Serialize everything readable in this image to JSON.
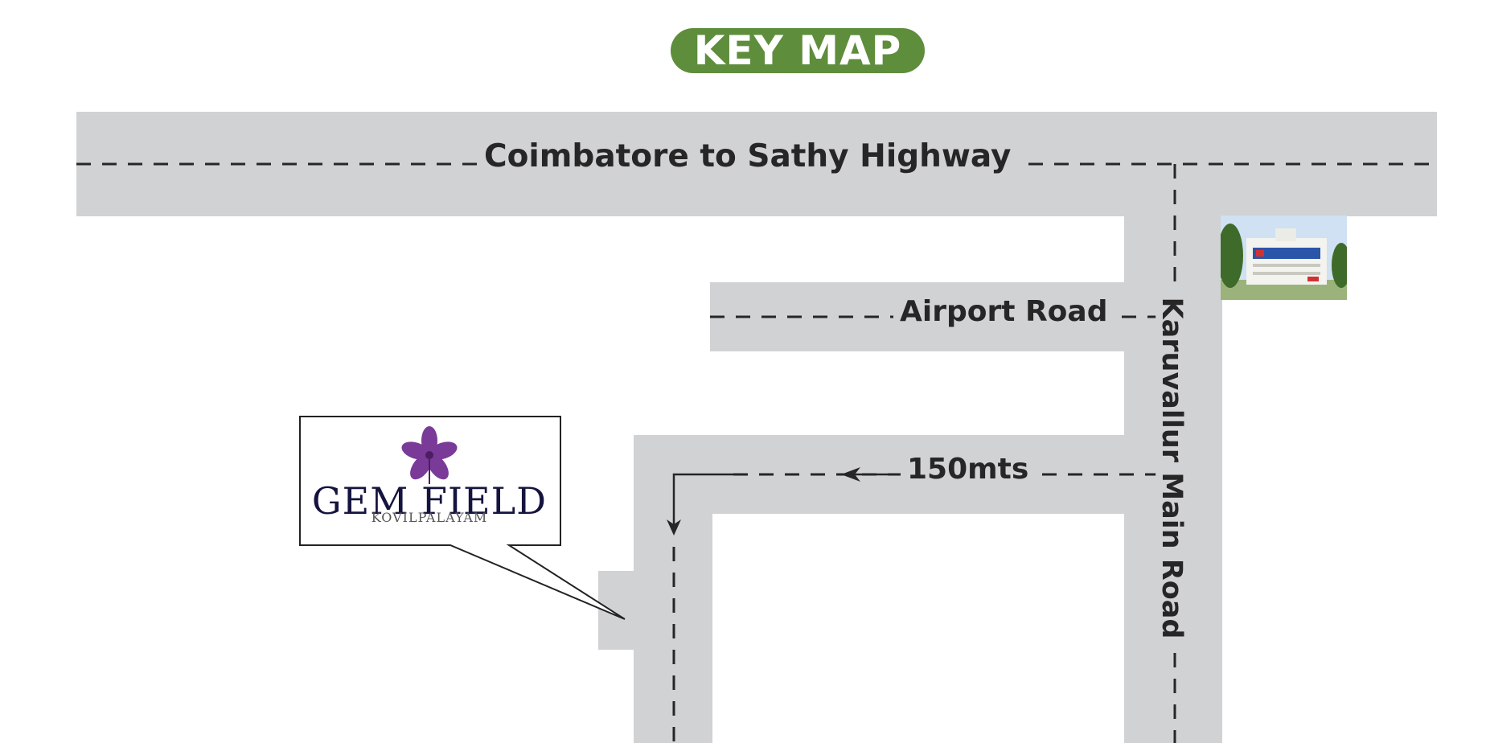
{
  "title": "KEY MAP",
  "roads": {
    "highway": "Coimbatore to Sathy Highway",
    "airport_road": "Airport Road",
    "distance": "150mts",
    "karuvallur": "Karuvallur Main Road"
  },
  "logo": {
    "name": "GEM FIELD",
    "location": "KOVILPALAYAM"
  },
  "colors": {
    "title_bg": "#5e8d3c",
    "road": "#d1d2d4",
    "brand_text": "#15143f",
    "flower": "#7a3a97"
  }
}
